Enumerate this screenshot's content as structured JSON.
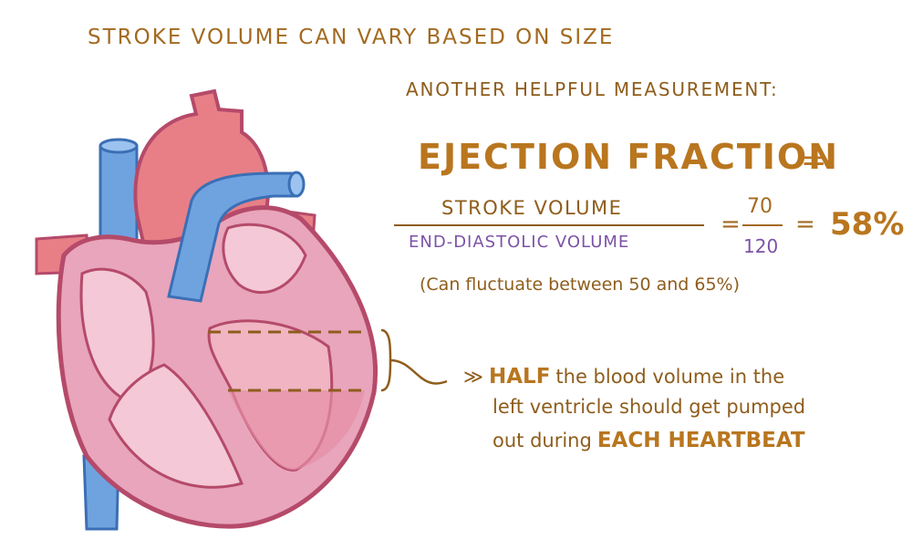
{
  "title": "STROKE VOLUME CAN VARY BASED ON SIZE",
  "subtitle": "ANOTHER HELPFUL MEASUREMENT:",
  "ejection_fraction": {
    "label": "EJECTION FRACTION",
    "equals": "=",
    "numerator": "STROKE VOLUME",
    "denominator": "END-DIASTOLIC VOLUME",
    "equals2": "=",
    "value_numerator": "70",
    "value_denominator": "120",
    "equals3": "=",
    "result": "58%"
  },
  "note": "(Can fluctuate between 50 and 65%)",
  "half_statement": {
    "arrow": "≫",
    "emphasis_1": "HALF",
    "line1_rest": "the blood volume in the",
    "line2": "left ventricle should get pumped",
    "line3_prefix": "out during",
    "emphasis_2": "EACH HEARTBEAT"
  },
  "colors": {
    "text_primary": "#8e5d1c",
    "text_emphasis": "#b9761f",
    "text_purple": "#7c52a8",
    "heart_pink": "#e8a5bc",
    "heart_outline": "#b54a6a",
    "vessel_blue": "#6fa3e0",
    "aorta_red": "#e87f86"
  }
}
